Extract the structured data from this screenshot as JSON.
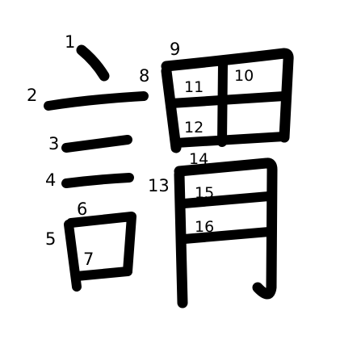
{
  "character": {
    "glyph": "謂",
    "stroke_count": 16,
    "stroke_color": "#000000",
    "background_color": "#ffffff"
  },
  "stroke_numbers": [
    "1",
    "2",
    "3",
    "4",
    "5",
    "6",
    "7",
    "8",
    "9",
    "10",
    "11",
    "12",
    "13",
    "14",
    "15",
    "16"
  ]
}
